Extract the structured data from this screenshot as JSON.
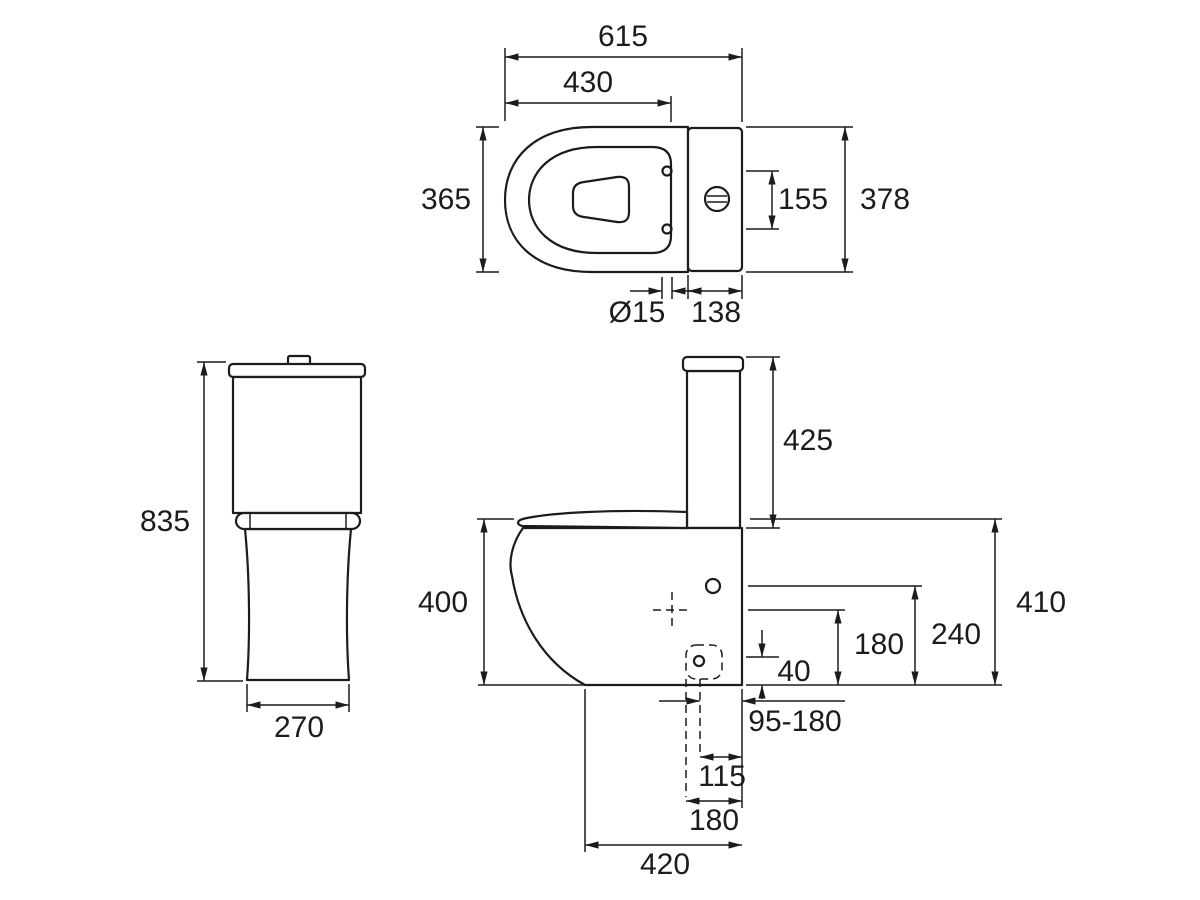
{
  "drawing": {
    "subject": "Back-to-wall toilet suite technical dimension drawing",
    "units": "mm",
    "line_color": "#1c1c1c",
    "background_color": "#ffffff"
  },
  "top_view": {
    "overall_length": "615",
    "seat_length": "430",
    "bowl_width": "365",
    "hinge_hole_spacing": "155",
    "overall_width": "378",
    "hinge_hole_diameter": "Ø15",
    "cistern_depth": "138"
  },
  "front_view": {
    "overall_height": "835",
    "base_width": "270"
  },
  "side_view": {
    "cistern_height": "425",
    "pan_front_height": "400",
    "pan_rear_height": "410",
    "inlet_height_max": "240",
    "inlet_height": "180",
    "outlet_height": "40",
    "outlet_setout_range": "95-180",
    "outlet_centre_offset": "115",
    "inlet_centre_offset": "180",
    "pan_projection": "420"
  }
}
